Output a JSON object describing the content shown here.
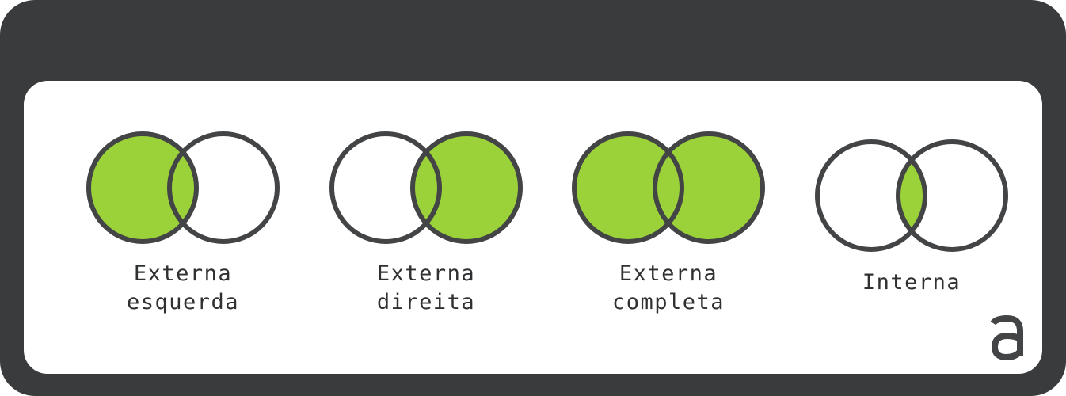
{
  "colors": {
    "frame": "#3a3b3d",
    "panel": "#ffffff",
    "stroke": "#434446",
    "fill": "#9bd23a",
    "empty": "#ffffff"
  },
  "diagrams": [
    {
      "label_lines": [
        "Externa",
        "esquerda"
      ],
      "fill": "left"
    },
    {
      "label_lines": [
        "Externa",
        "direita"
      ],
      "fill": "right"
    },
    {
      "label_lines": [
        "Externa",
        "completa"
      ],
      "fill": "both"
    },
    {
      "label_lines": [
        "Interna"
      ],
      "fill": "intersection"
    }
  ],
  "logo": {
    "icon": "alura-a-logo-icon"
  }
}
